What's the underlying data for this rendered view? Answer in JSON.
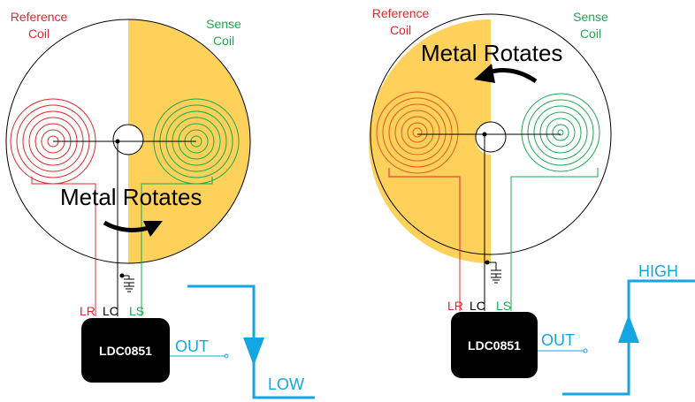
{
  "colors": {
    "metal": "#fdd15a",
    "reference": "#e0282a",
    "sense": "#1ea84e",
    "output": "#14a5e3",
    "wire": "#000000",
    "chip": "#000000"
  },
  "left_panel": {
    "reference_coil": [
      "Reference",
      "Coil"
    ],
    "sense_coil": [
      "Sense",
      "Coil"
    ],
    "rotation_text": "Metal Rotates",
    "pin_lr": "LR",
    "pin_lc": "LC",
    "pin_ls": "LS",
    "chip_label": "LDC0851",
    "out_label": "OUT",
    "state_label": "LOW"
  },
  "right_panel": {
    "reference_coil": [
      "Reference",
      "Coil"
    ],
    "sense_coil": [
      "Sense",
      "Coil"
    ],
    "rotation_text": "Metal Rotates",
    "pin_lr": "LR",
    "pin_lc": "LC",
    "pin_ls": "LS",
    "chip_label": "LDC0851",
    "out_label": "OUT",
    "state_label": "HIGH"
  }
}
